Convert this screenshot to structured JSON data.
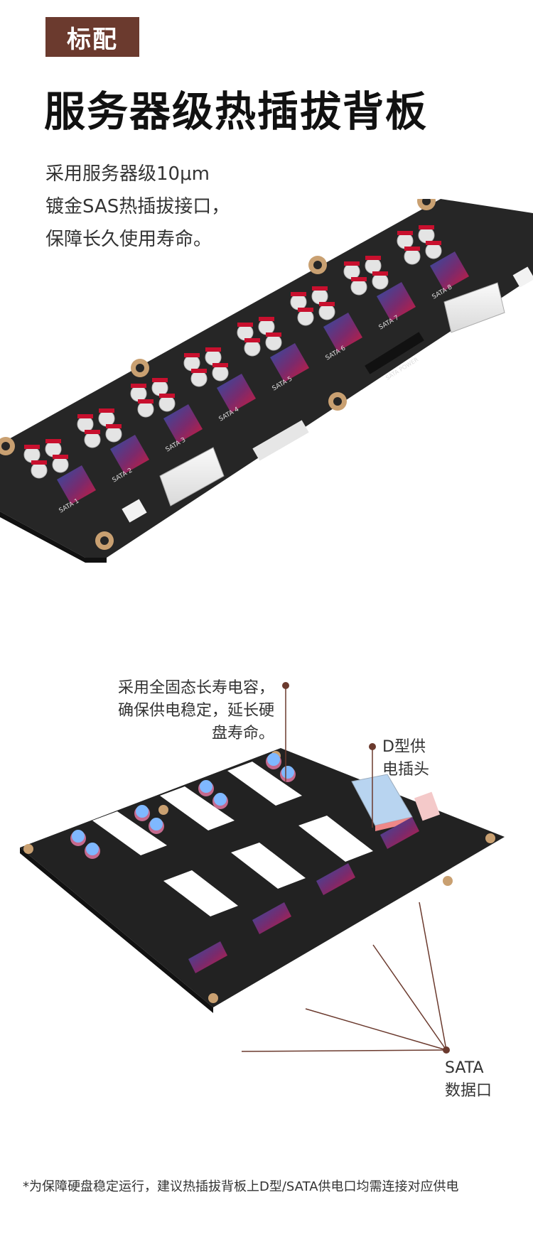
{
  "badge": "标配",
  "title": "服务器级热插拔背板",
  "description": [
    "采用服务器级10μm",
    "镀金SAS热插拔接口，",
    "保障长久使用寿命。"
  ],
  "board1_labels": {
    "sata": [
      "SATA 1",
      "SATA 2",
      "SATA 3",
      "SATA 4",
      "SATA 5",
      "SATA 6",
      "SATA 7",
      "SATA 8"
    ],
    "sata_power": "SATA POWER"
  },
  "callouts": {
    "capacitor": [
      "采用全固态长寿电容，",
      "确保供电稳定，延长硬",
      "盘寿命。"
    ],
    "d_power": [
      "D型供",
      "电插头"
    ],
    "sata_data": [
      "SATA",
      "数据口"
    ]
  },
  "footnote": "*为保障硬盘稳定运行，建议热插拔背板上D型/SATA供电口均需连接对应供电",
  "colors": {
    "badge_bg": "#6b3a2e",
    "pcb": "#242424",
    "sata_red": "#c8102e",
    "sata_blue": "#1f3f8f",
    "callout_dot": "#6b3a2e"
  }
}
